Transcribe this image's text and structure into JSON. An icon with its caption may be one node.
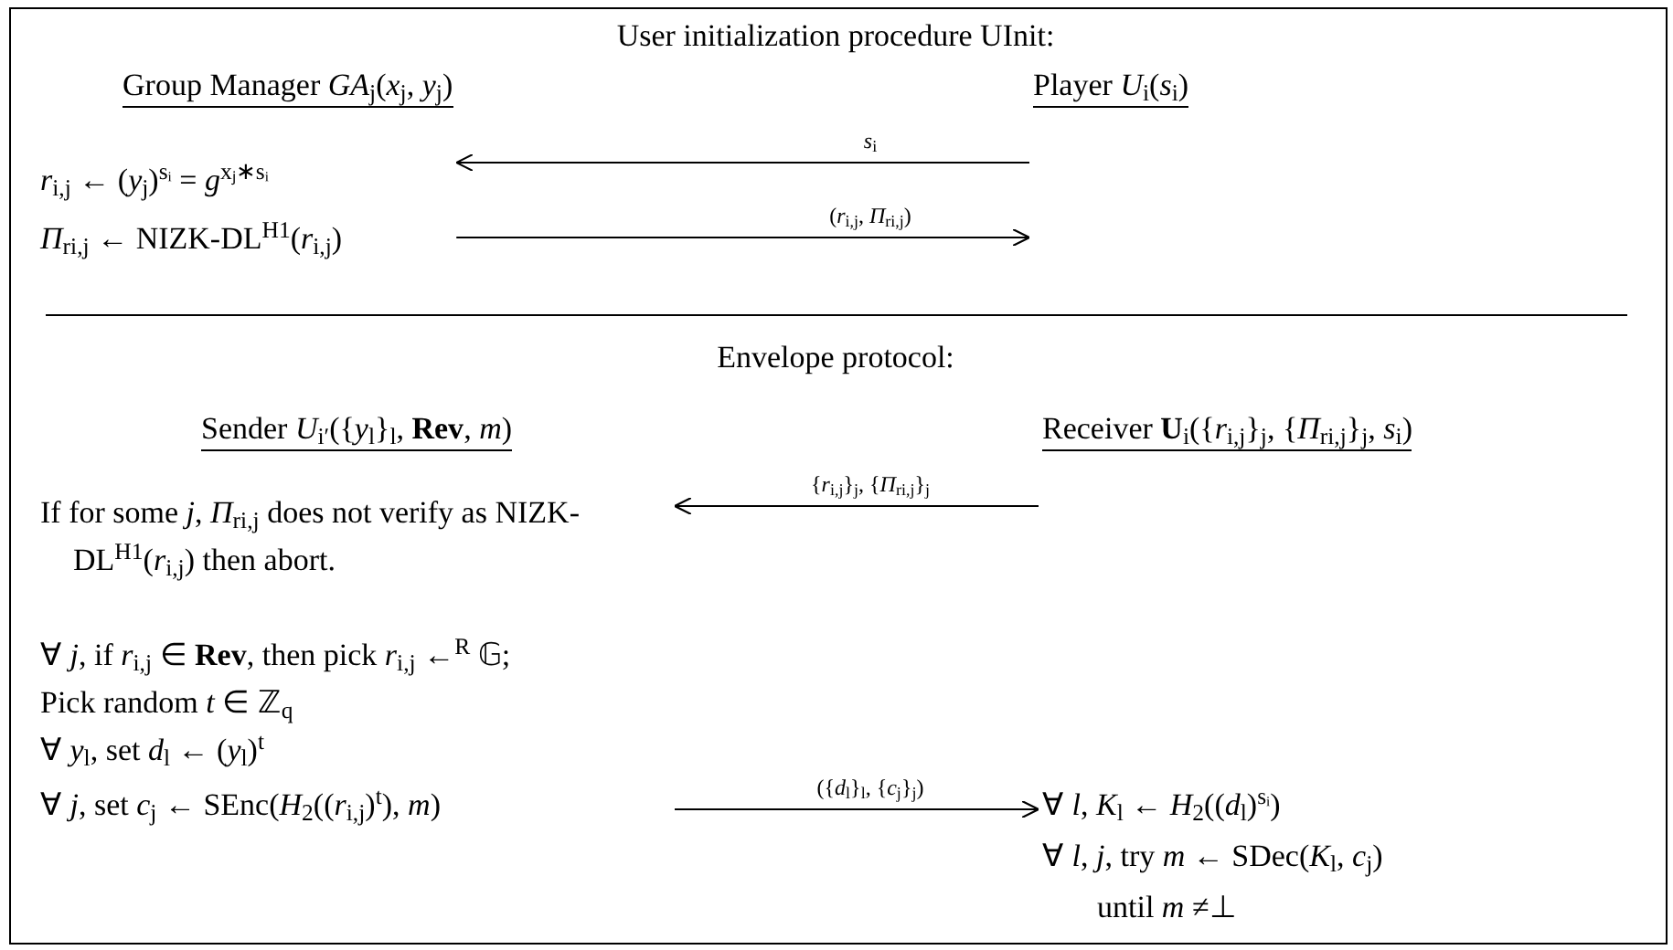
{
  "diagram": {
    "nodes": [
      {
        "text": [
          "Group Manager *GA*$_{j}$(*x*$_{j}$, *y*$_{j}$)",
          "*r*$_{i,j}$ ← (*y*$_{j}$)$^{sᵢ}$ = *g*$^{xⱼ∗sᵢ}$",
          "*Π*$_{ri,j}$ ← NIZK-DL$^{H1}$(*r*$_{i,j}$)"
        ]
      },
      {
        "text": [
          "Player *U*$_{i}$(*s*$_{i}$)"
        ]
      },
      {
        "text": [
          "Sender *U*$_{i′}$({*y*$_{l}$}$_{l}$, **Rev**, *m*)",
          "If for some *j*, *Π*$_{ri,j}$ does not verify as NIZK-DL$^{H1}$(*r*$_{i,j}$) then abort.",
          "∀ *j*, if *r*$_{i,j}$ ∈ **Rev**, then pick *r*$_{i,j}$ ←$^{R}$ 𝔾;",
          "Pick random *t* ∈ ℤ$_{q}$",
          "∀ *y*$_{l}$, set *d*$_{l}$ ← (*y*$_{l}$)$^{t}$",
          "∀ *j*, set *c*$_{j}$ ← SEnc(*H*$_{2}$((*r*$_{i,j}$)$^{t}$), *m*)"
        ]
      },
      {
        "text": [
          "Receiver **U**$_{i}$({*r*$_{i,j}$}$_{j}$, {*Π*$_{ri,j}$}$_{j}$, *s*$_{i}$)",
          "∀ *l*, *K*$_{l}$ ← *H*$_{2}$((*d*$_{l}$)$^{sᵢ}$)",
          "∀ *l*, *j*, try *m* ← SDec(*K*$_{l}$, *c*$_{j}$)",
          "until *m* ≠⊥"
        ]
      }
    ],
    "edges": [
      {
        "from": 1,
        "to": 0,
        "arrow": "to",
        "label": "*s*$_{i}$"
      },
      {
        "from": 0,
        "to": 1,
        "arrow": "to",
        "label": "(*r*$_{i,j}$, *Π*$_{ri,j}$)"
      },
      {
        "from": 3,
        "to": 2,
        "arrow": "to",
        "label": "{*r*$_{i,j}$}$_{j}$, {*Π*$_{ri,j}$}$_{j}$"
      },
      {
        "from": 2,
        "to": 3,
        "arrow": "to",
        "label": "({*d*$_{l}$}$_{l}$, {*c*$_{j}$}$_{j}$)"
      }
    ],
    "labels": [
      "User initialization procedure UInit:",
      "Envelope protocol:"
    ]
  }
}
